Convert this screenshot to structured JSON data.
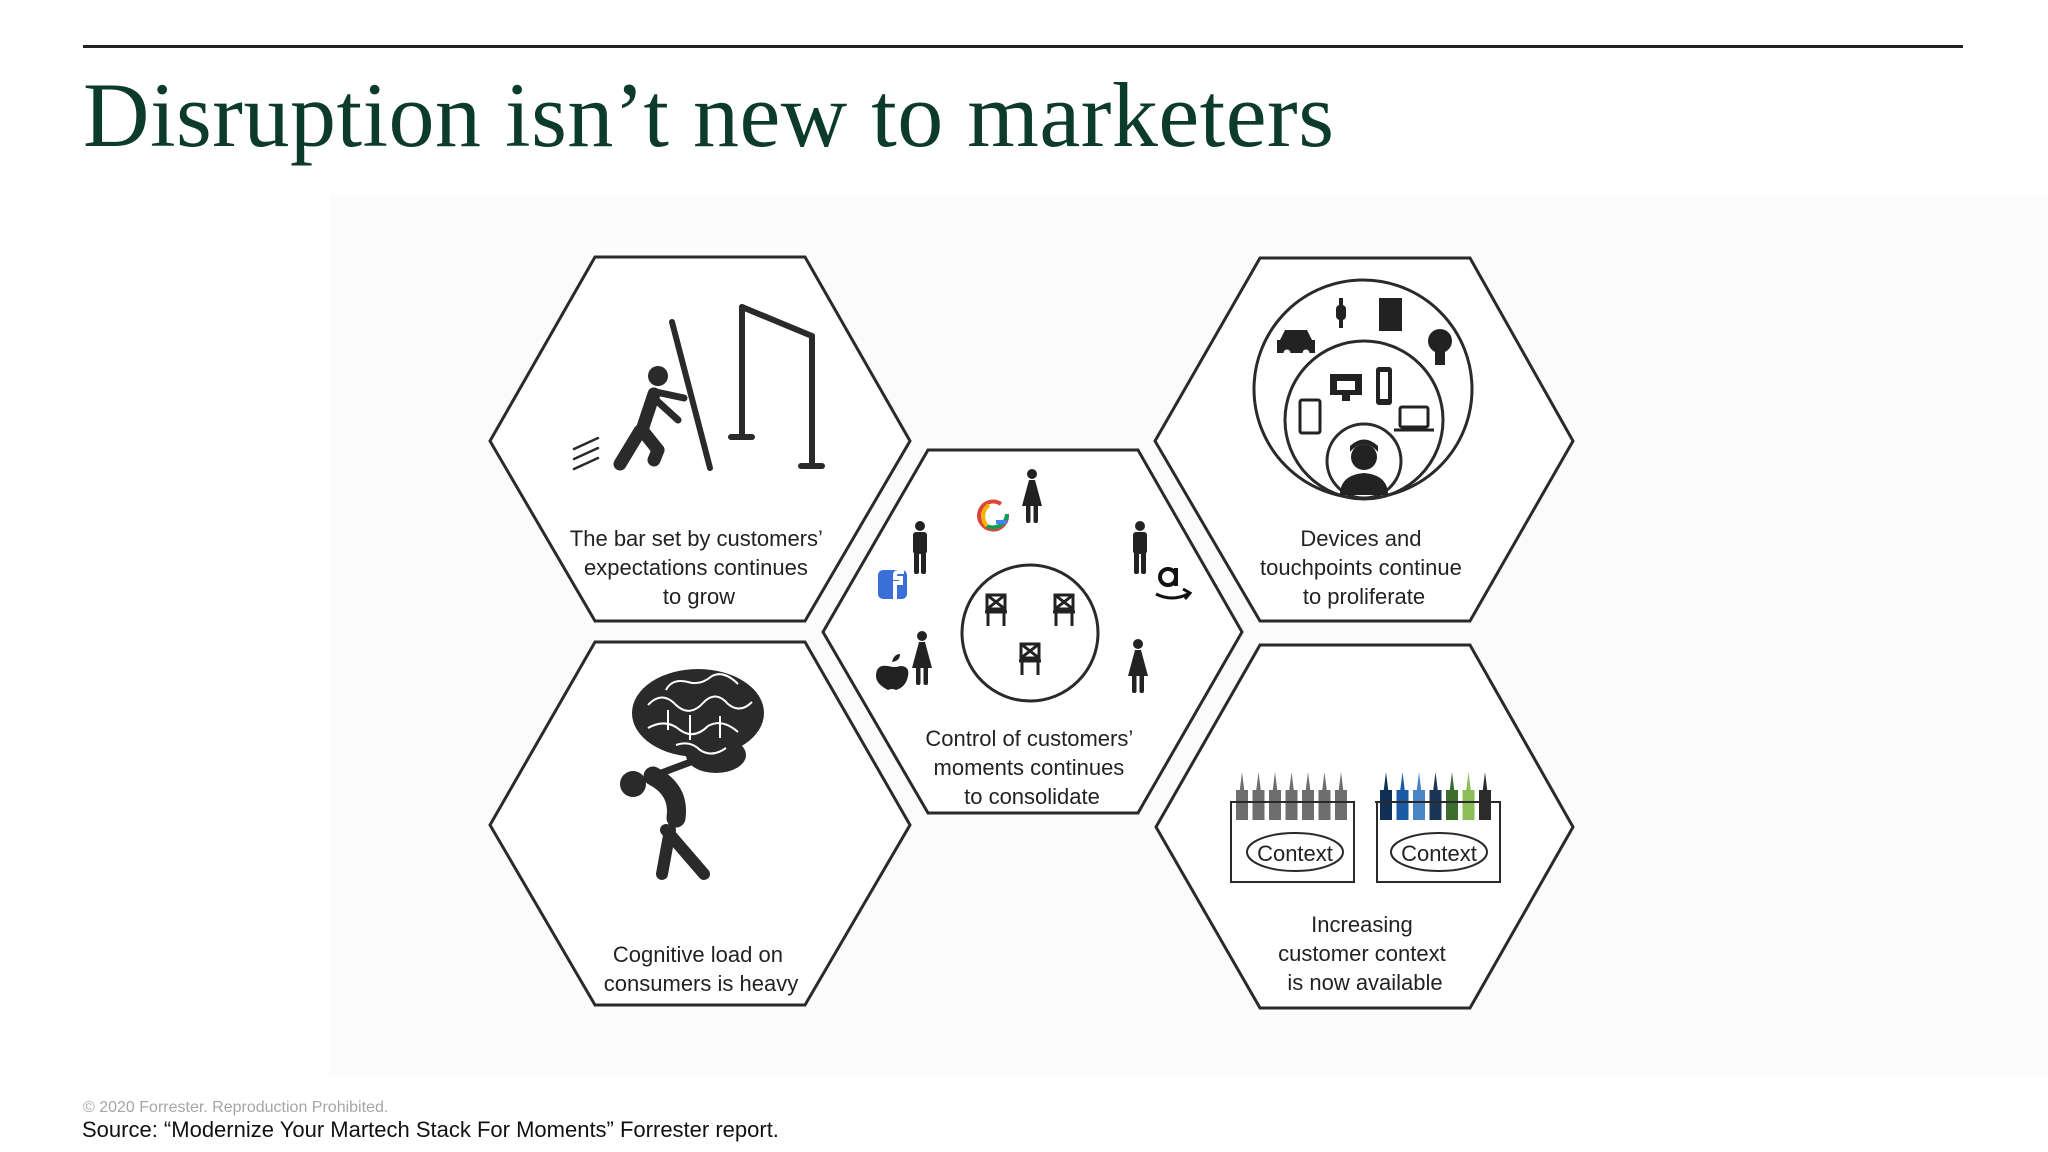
{
  "slide": {
    "title": "Disruption isn’t new to marketers",
    "copyright": "© 2020 Forrester. Reproduction Prohibited.",
    "source": "Source: “Modernize Your Martech Stack For Moments” Forrester report."
  },
  "hexagons": [
    {
      "id": "expectations",
      "lines": [
        "The bar set by customers’",
        "expectations continues",
        "to grow"
      ],
      "icon": "pushing-bar-icon"
    },
    {
      "id": "devices",
      "lines": [
        "Devices and",
        "touchpoints continue",
        "to proliferate"
      ],
      "icon": "device-circles-icon"
    },
    {
      "id": "control",
      "lines": [
        "Control of customers’",
        "moments continues",
        "to consolidate"
      ],
      "icon": "platforms-table-icon"
    },
    {
      "id": "cognitive",
      "lines": [
        "Cognitive load on",
        "consumers is heavy"
      ],
      "icon": "brain-carrier-icon"
    },
    {
      "id": "context",
      "lines": [
        "Increasing",
        "customer context",
        "is now available"
      ],
      "icon": "crayon-boxes-icon"
    }
  ],
  "crayon_boxes": [
    {
      "label": "Context",
      "colors": [
        "#6e6e6e",
        "#6e6e6e",
        "#6e6e6e",
        "#6e6e6e",
        "#6e6e6e",
        "#6e6e6e",
        "#6e6e6e"
      ]
    },
    {
      "label": "Context",
      "colors": [
        "#0f2f55",
        "#1d5aa6",
        "#4a86c5",
        "#1b3556",
        "#3b6e2c",
        "#8dbd56",
        "#2c2c2c"
      ]
    }
  ],
  "brands": [
    "facebook-icon",
    "google-icon",
    "amazon-icon",
    "apple-icon"
  ],
  "colors": {
    "title": "#0c3b2b",
    "stroke": "#2a2a2a",
    "facebook": "#3b6fd8"
  }
}
